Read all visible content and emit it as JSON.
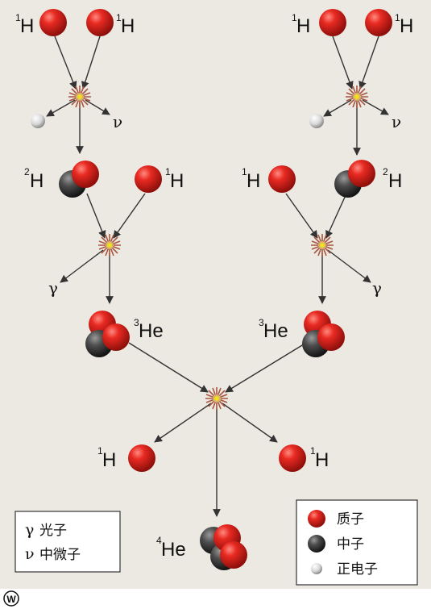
{
  "colors": {
    "background_panel": "#ece9e3",
    "proton": "#e0201c",
    "neutron": "#4a4a4a",
    "positron": "#e6e6e6",
    "arrow": "#333333",
    "flash_core": "#f3e21a",
    "flash_rays": "#a8553e"
  },
  "labels": {
    "h1": "H",
    "h1_mass": "1",
    "h2": "H",
    "h2_mass": "2",
    "he3": "He",
    "he3_mass": "3",
    "he4": "He",
    "he4_mass": "4",
    "gamma": "γ",
    "nu": "ν"
  },
  "legend_left": {
    "gamma_symbol": "γ",
    "gamma_text": "光子",
    "nu_symbol": "ν",
    "nu_text": "中微子"
  },
  "legend_right": {
    "proton_text": "质子",
    "neutron_text": "中子",
    "positron_text": "正电子"
  },
  "footer": {
    "logo_letter": "W"
  }
}
